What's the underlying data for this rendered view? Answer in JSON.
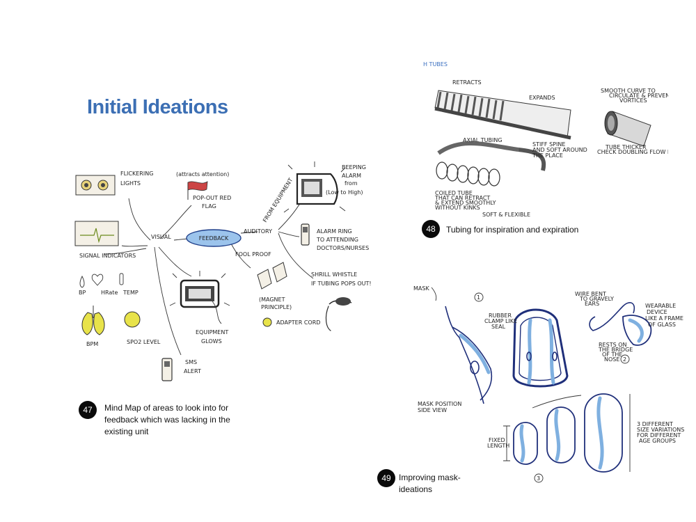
{
  "page": {
    "title": "Initial Ideations"
  },
  "figures": [
    {
      "number": "47",
      "caption": "Mind Map of areas to look into for feedback which was lacking in the existing unit"
    },
    {
      "number": "48",
      "caption": "Tubing for inspiration and expiration"
    },
    {
      "number": "49",
      "caption": "Improving mask-ideations"
    }
  ],
  "mindmap": {
    "center": "FEEDBACK",
    "visual": "VISUAL",
    "auditory": "AUDITORY",
    "fool_proof": "FOOL PROOF",
    "flickering": "FLICKERING",
    "lights": "LIGHTS",
    "attracts": "(attracts attention)",
    "popout": "POP-OUT RED",
    "flag": "FLAG",
    "signal": "SIGNAL INDICATORS",
    "bp": "BP",
    "hrate": "HRate",
    "temp": "TEMP",
    "bpm": "BPM",
    "spo2": "SPO2 LEVEL",
    "equipment": "EQUIPMENT",
    "glows": "GLOWS",
    "sms": "SMS",
    "alert": "ALERT",
    "beeping": "BEEPING",
    "alarm": "ALARM",
    "from": "from",
    "low_high": "(Low to High)",
    "from_equipment": "FROM EQUIPMENT",
    "alarm_ring": "ALARM RING",
    "to_attending": "TO ATTENDING",
    "doctors": "DOCTORS/NURSES",
    "shrill": "SHRILL WHISTLE",
    "if_tubing": "IF TUBING POPS OUT!",
    "magnet": "(MAGNET",
    "principle": "PRINCIPLE)",
    "adapter": "ADAPTER CORD"
  },
  "tubing": {
    "heading": "H TUBES",
    "retracts": "RETRACTS",
    "expands": "EXPANDS",
    "axial": "AXIAL TUBING",
    "stiff1": "STIFF SPINE",
    "stiff2": "AND SOFT AROUND",
    "stiff3": "THE PLACE",
    "coiled1": "COILED TUBE",
    "coiled2": "THAT CAN RETRACT",
    "coiled3": "& EXTEND SMOOTHLY",
    "coiled4": "WITHOUT KINKS",
    "soft": "SOFT & FLEXIBLE",
    "smooth1": "SMOOTH CURVE TO",
    "smooth2": "CIRCULATE & PREVENT",
    "smooth3": "VORTICES",
    "tube1": "TUBE THICKER",
    "tube2": "CHECK DOUBLING FLOW PLAS"
  },
  "mask": {
    "heading": "MASK",
    "rubber1": "RUBBER",
    "rubber2": "CLAMP LIKE",
    "rubber3": "SEAL",
    "wire1": "WIRE BENT",
    "wire2": "TO GRAVELY",
    "wire3": "EARS",
    "wearable1": "WEARABLE",
    "wearable2": "DEVICE",
    "wearable3": "LIKE A FRAME",
    "wearable4": "OF GLASS",
    "rests1": "RESTS ON",
    "rests2": "THE BRIDGE",
    "rests3": "OF THE",
    "rests4": "NOSE",
    "position1": "MASK POSITION",
    "position2": "SIDE VIEW",
    "fixed1": "FIXED",
    "fixed2": "LENGTH",
    "sizes1": "3 DIFFERENT",
    "sizes2": "SIZE VARIATIONS",
    "sizes3": "FOR DIFFERENT",
    "sizes4": "AGE GROUPS",
    "n1": "1",
    "n2": "2",
    "n3": "3"
  }
}
